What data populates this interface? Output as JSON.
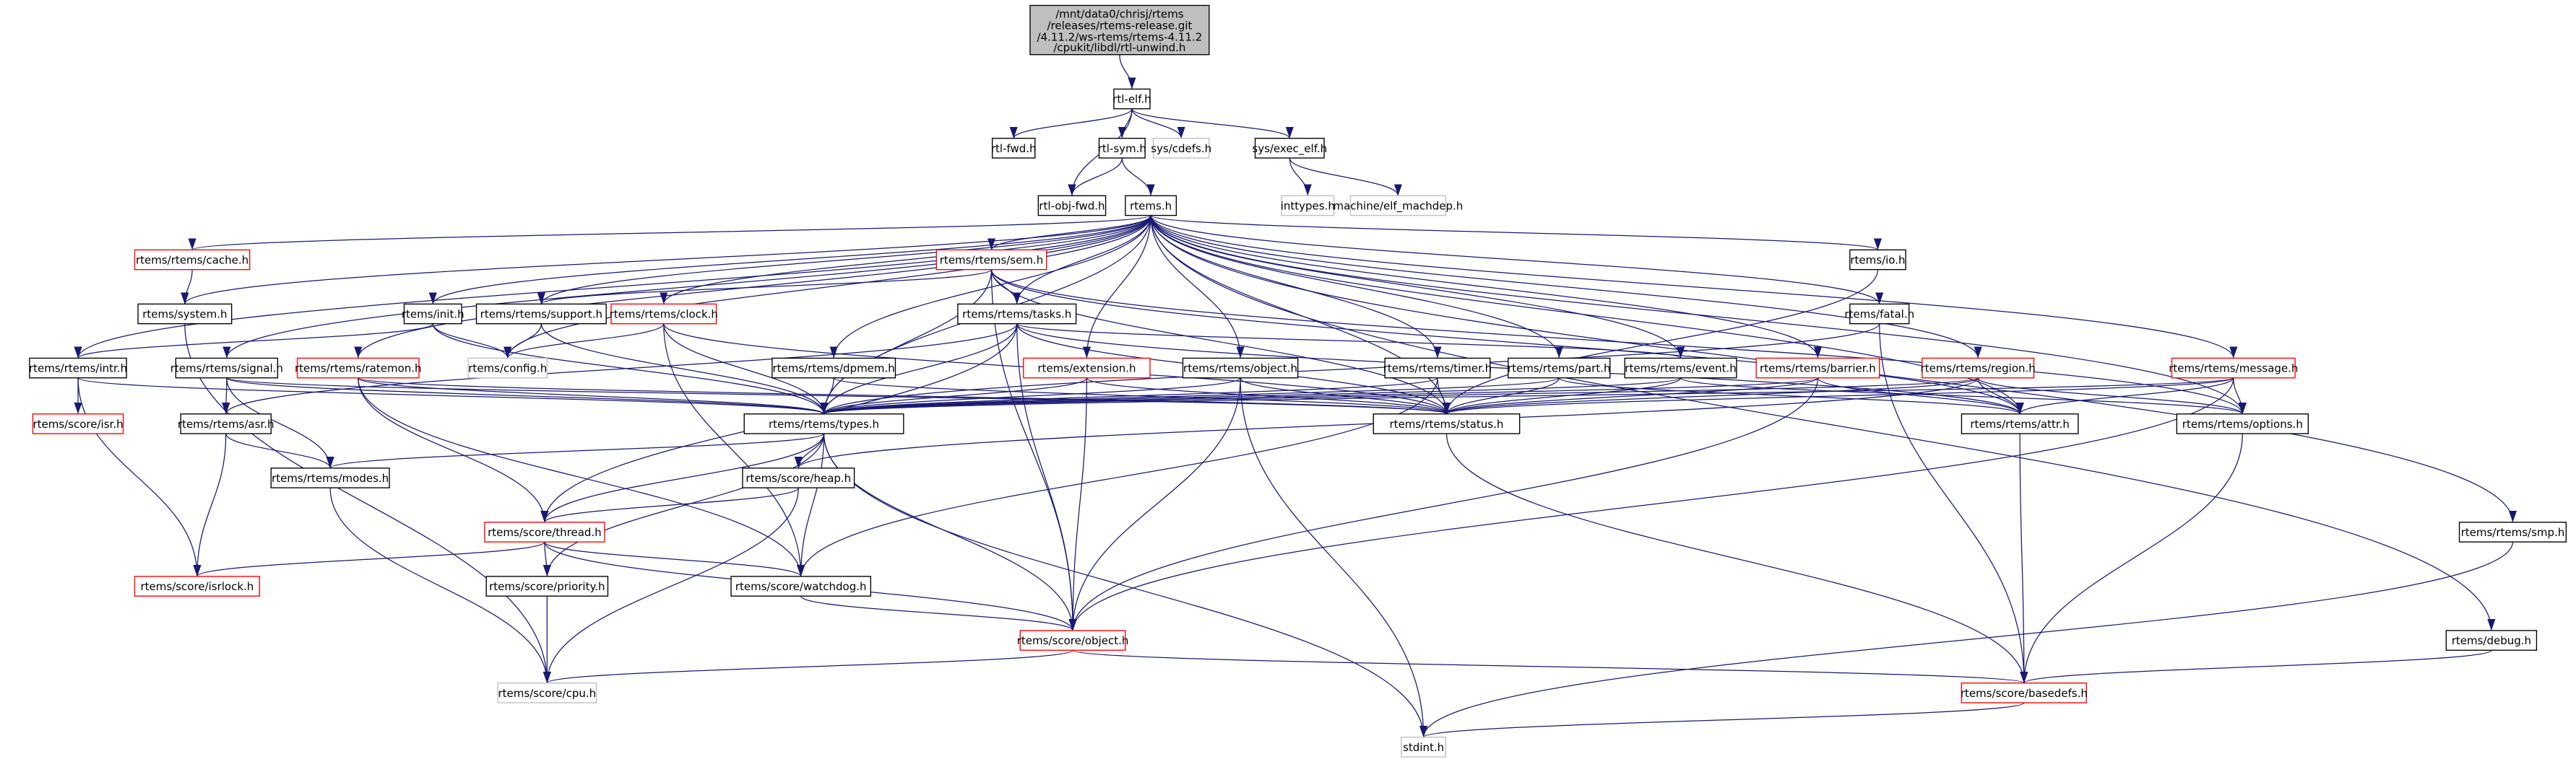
{
  "graph": {
    "type": "include-dependency-graph",
    "edge_color": "#191970",
    "node_styles": {
      "root": "#bfbfbf",
      "red": "#ff0000",
      "gray": "#bfbfbf",
      "normal": "#000000"
    },
    "root": {
      "id": "root",
      "lines": [
        "/mnt/data0/chrisj/rtems",
        "/releases/rtems-release.git",
        "/4.11.2/ws-rtems/rtems-4.11.2",
        "/cpukit/libdl/rtl-unwind.h"
      ]
    },
    "nodes": [
      {
        "id": "rtl-elf",
        "label": "rtl-elf.h",
        "style": "normal"
      },
      {
        "id": "rtl-fwd",
        "label": "rtl-fwd.h",
        "style": "normal"
      },
      {
        "id": "rtl-sym",
        "label": "rtl-sym.h",
        "style": "normal"
      },
      {
        "id": "cdefs",
        "label": "sys/cdefs.h",
        "style": "gray"
      },
      {
        "id": "exec_elf",
        "label": "sys/exec_elf.h",
        "style": "normal"
      },
      {
        "id": "rtl-obj-fwd",
        "label": "rtl-obj-fwd.h",
        "style": "normal"
      },
      {
        "id": "rtems",
        "label": "rtems.h",
        "style": "normal"
      },
      {
        "id": "inttypes",
        "label": "inttypes.h",
        "style": "gray"
      },
      {
        "id": "elf_machdep",
        "label": "machine/elf_machdep.h",
        "style": "gray"
      },
      {
        "id": "cache",
        "label": "rtems/rtems/cache.h",
        "style": "red"
      },
      {
        "id": "sem",
        "label": "rtems/rtems/sem.h",
        "style": "red"
      },
      {
        "id": "io",
        "label": "rtems/io.h",
        "style": "normal"
      },
      {
        "id": "system",
        "label": "rtems/system.h",
        "style": "normal"
      },
      {
        "id": "init",
        "label": "rtems/init.h",
        "style": "normal"
      },
      {
        "id": "support",
        "label": "rtems/rtems/support.h",
        "style": "normal"
      },
      {
        "id": "clock",
        "label": "rtems/rtems/clock.h",
        "style": "red"
      },
      {
        "id": "tasks",
        "label": "rtems/rtems/tasks.h",
        "style": "normal"
      },
      {
        "id": "fatal",
        "label": "rtems/fatal.h",
        "style": "normal"
      },
      {
        "id": "intr",
        "label": "rtems/rtems/intr.h",
        "style": "normal"
      },
      {
        "id": "signal",
        "label": "rtems/rtems/signal.h",
        "style": "normal"
      },
      {
        "id": "ratemon",
        "label": "rtems/rtems/ratemon.h",
        "style": "red"
      },
      {
        "id": "config",
        "label": "rtems/config.h",
        "style": "gray"
      },
      {
        "id": "dpmem",
        "label": "rtems/rtems/dpmem.h",
        "style": "normal"
      },
      {
        "id": "extension",
        "label": "rtems/extension.h",
        "style": "red"
      },
      {
        "id": "object",
        "label": "rtems/rtems/object.h",
        "style": "normal"
      },
      {
        "id": "timer",
        "label": "rtems/rtems/timer.h",
        "style": "normal"
      },
      {
        "id": "part",
        "label": "rtems/rtems/part.h",
        "style": "normal"
      },
      {
        "id": "event",
        "label": "rtems/rtems/event.h",
        "style": "normal"
      },
      {
        "id": "barrier",
        "label": "rtems/rtems/barrier.h",
        "style": "red"
      },
      {
        "id": "region",
        "label": "rtems/rtems/region.h",
        "style": "red"
      },
      {
        "id": "message",
        "label": "rtems/rtems/message.h",
        "style": "red"
      },
      {
        "id": "isr",
        "label": "rtems/score/isr.h",
        "style": "red"
      },
      {
        "id": "asr",
        "label": "rtems/rtems/asr.h",
        "style": "normal"
      },
      {
        "id": "types",
        "label": "rtems/rtems/types.h",
        "style": "normal"
      },
      {
        "id": "status",
        "label": "rtems/rtems/status.h",
        "style": "normal"
      },
      {
        "id": "attr",
        "label": "rtems/rtems/attr.h",
        "style": "normal"
      },
      {
        "id": "options",
        "label": "rtems/rtems/options.h",
        "style": "normal"
      },
      {
        "id": "modes",
        "label": "rtems/rtems/modes.h",
        "style": "normal"
      },
      {
        "id": "heap",
        "label": "rtems/score/heap.h",
        "style": "normal"
      },
      {
        "id": "thread",
        "label": "rtems/score/thread.h",
        "style": "red"
      },
      {
        "id": "smp",
        "label": "rtems/rtems/smp.h",
        "style": "normal"
      },
      {
        "id": "isrlock",
        "label": "rtems/score/isrlock.h",
        "style": "red"
      },
      {
        "id": "priority",
        "label": "rtems/score/priority.h",
        "style": "normal"
      },
      {
        "id": "watchdog",
        "label": "rtems/score/watchdog.h",
        "style": "normal"
      },
      {
        "id": "scoreobject",
        "label": "rtems/score/object.h",
        "style": "red"
      },
      {
        "id": "debug",
        "label": "rtems/debug.h",
        "style": "normal"
      },
      {
        "id": "cpu",
        "label": "rtems/score/cpu.h",
        "style": "gray"
      },
      {
        "id": "basedefs",
        "label": "rtems/score/basedefs.h",
        "style": "red"
      },
      {
        "id": "stdint",
        "label": "stdint.h",
        "style": "gray"
      }
    ],
    "edges": [
      [
        "root",
        "rtl-elf"
      ],
      [
        "rtl-elf",
        "rtl-fwd"
      ],
      [
        "rtl-elf",
        "rtl-sym"
      ],
      [
        "rtl-elf",
        "cdefs"
      ],
      [
        "rtl-elf",
        "exec_elf"
      ],
      [
        "rtl-elf",
        "rtl-obj-fwd"
      ],
      [
        "rtl-sym",
        "rtl-obj-fwd"
      ],
      [
        "rtl-sym",
        "rtems"
      ],
      [
        "exec_elf",
        "inttypes"
      ],
      [
        "exec_elf",
        "elf_machdep"
      ],
      [
        "rtems",
        "cache"
      ],
      [
        "rtems",
        "system"
      ],
      [
        "rtems",
        "intr"
      ],
      [
        "rtems",
        "signal"
      ],
      [
        "rtems",
        "ratemon"
      ],
      [
        "rtems",
        "init"
      ],
      [
        "rtems",
        "support"
      ],
      [
        "rtems",
        "clock"
      ],
      [
        "rtems",
        "config"
      ],
      [
        "rtems",
        "sem"
      ],
      [
        "rtems",
        "tasks"
      ],
      [
        "rtems",
        "dpmem"
      ],
      [
        "rtems",
        "extension"
      ],
      [
        "rtems",
        "object"
      ],
      [
        "rtems",
        "timer"
      ],
      [
        "rtems",
        "part"
      ],
      [
        "rtems",
        "event"
      ],
      [
        "rtems",
        "barrier"
      ],
      [
        "rtems",
        "region"
      ],
      [
        "rtems",
        "message"
      ],
      [
        "rtems",
        "io"
      ],
      [
        "rtems",
        "fatal"
      ],
      [
        "rtems",
        "types"
      ],
      [
        "rtems",
        "status"
      ],
      [
        "rtems",
        "attr"
      ],
      [
        "rtems",
        "options"
      ],
      [
        "rtems",
        "smp"
      ],
      [
        "rtems",
        "debug"
      ],
      [
        "cache",
        "system"
      ],
      [
        "system",
        "cpu"
      ],
      [
        "init",
        "intr"
      ],
      [
        "init",
        "config"
      ],
      [
        "init",
        "types"
      ],
      [
        "support",
        "config"
      ],
      [
        "support",
        "types"
      ],
      [
        "clock",
        "config"
      ],
      [
        "clock",
        "types"
      ],
      [
        "clock",
        "watchdog"
      ],
      [
        "clock",
        "status"
      ],
      [
        "sem",
        "support"
      ],
      [
        "sem",
        "tasks"
      ],
      [
        "sem",
        "types"
      ],
      [
        "sem",
        "status"
      ],
      [
        "sem",
        "attr"
      ],
      [
        "sem",
        "options"
      ],
      [
        "sem",
        "scoreobject"
      ],
      [
        "tasks",
        "types"
      ],
      [
        "tasks",
        "status"
      ],
      [
        "tasks",
        "event"
      ],
      [
        "tasks",
        "attr"
      ],
      [
        "tasks",
        "asr"
      ],
      [
        "tasks",
        "thread"
      ],
      [
        "tasks",
        "scoreobject"
      ],
      [
        "intr",
        "isr"
      ],
      [
        "intr",
        "types"
      ],
      [
        "intr",
        "isrlock"
      ],
      [
        "signal",
        "asr"
      ],
      [
        "signal",
        "modes"
      ],
      [
        "signal",
        "types"
      ],
      [
        "signal",
        "status"
      ],
      [
        "ratemon",
        "types"
      ],
      [
        "ratemon",
        "status"
      ],
      [
        "ratemon",
        "thread"
      ],
      [
        "ratemon",
        "watchdog"
      ],
      [
        "dpmem",
        "types"
      ],
      [
        "dpmem",
        "status"
      ],
      [
        "extension",
        "types"
      ],
      [
        "extension",
        "status"
      ],
      [
        "extension",
        "scoreobject"
      ],
      [
        "object",
        "types"
      ],
      [
        "object",
        "status"
      ],
      [
        "object",
        "scoreobject"
      ],
      [
        "object",
        "stdint"
      ],
      [
        "timer",
        "types"
      ],
      [
        "timer",
        "status"
      ],
      [
        "timer",
        "watchdog"
      ],
      [
        "part",
        "types"
      ],
      [
        "part",
        "status"
      ],
      [
        "part",
        "attr"
      ],
      [
        "event",
        "types"
      ],
      [
        "event",
        "status"
      ],
      [
        "event",
        "options"
      ],
      [
        "barrier",
        "types"
      ],
      [
        "barrier",
        "status"
      ],
      [
        "barrier",
        "attr"
      ],
      [
        "barrier",
        "scoreobject"
      ],
      [
        "region",
        "types"
      ],
      [
        "region",
        "status"
      ],
      [
        "region",
        "attr"
      ],
      [
        "region",
        "options"
      ],
      [
        "region",
        "heap"
      ],
      [
        "message",
        "types"
      ],
      [
        "message",
        "status"
      ],
      [
        "message",
        "attr"
      ],
      [
        "message",
        "options"
      ],
      [
        "message",
        "scoreobject"
      ],
      [
        "io",
        "status"
      ],
      [
        "fatal",
        "types"
      ],
      [
        "fatal",
        "basedefs"
      ],
      [
        "asr",
        "modes"
      ],
      [
        "asr",
        "isrlock"
      ],
      [
        "types",
        "modes"
      ],
      [
        "types",
        "heap"
      ],
      [
        "types",
        "thread"
      ],
      [
        "types",
        "watchdog"
      ],
      [
        "types",
        "scoreobject"
      ],
      [
        "types",
        "priority"
      ],
      [
        "types",
        "stdint"
      ],
      [
        "status",
        "basedefs"
      ],
      [
        "attr",
        "basedefs"
      ],
      [
        "options",
        "basedefs"
      ],
      [
        "heap",
        "thread"
      ],
      [
        "heap",
        "cpu"
      ],
      [
        "thread",
        "isrlock"
      ],
      [
        "thread",
        "priority"
      ],
      [
        "thread",
        "watchdog"
      ],
      [
        "thread",
        "scoreobject"
      ],
      [
        "priority",
        "cpu"
      ],
      [
        "watchdog",
        "scoreobject"
      ],
      [
        "modes",
        "cpu"
      ],
      [
        "scoreobject",
        "cpu"
      ],
      [
        "scoreobject",
        "basedefs"
      ],
      [
        "smp",
        "stdint"
      ],
      [
        "debug",
        "basedefs"
      ],
      [
        "basedefs",
        "stdint"
      ]
    ]
  }
}
